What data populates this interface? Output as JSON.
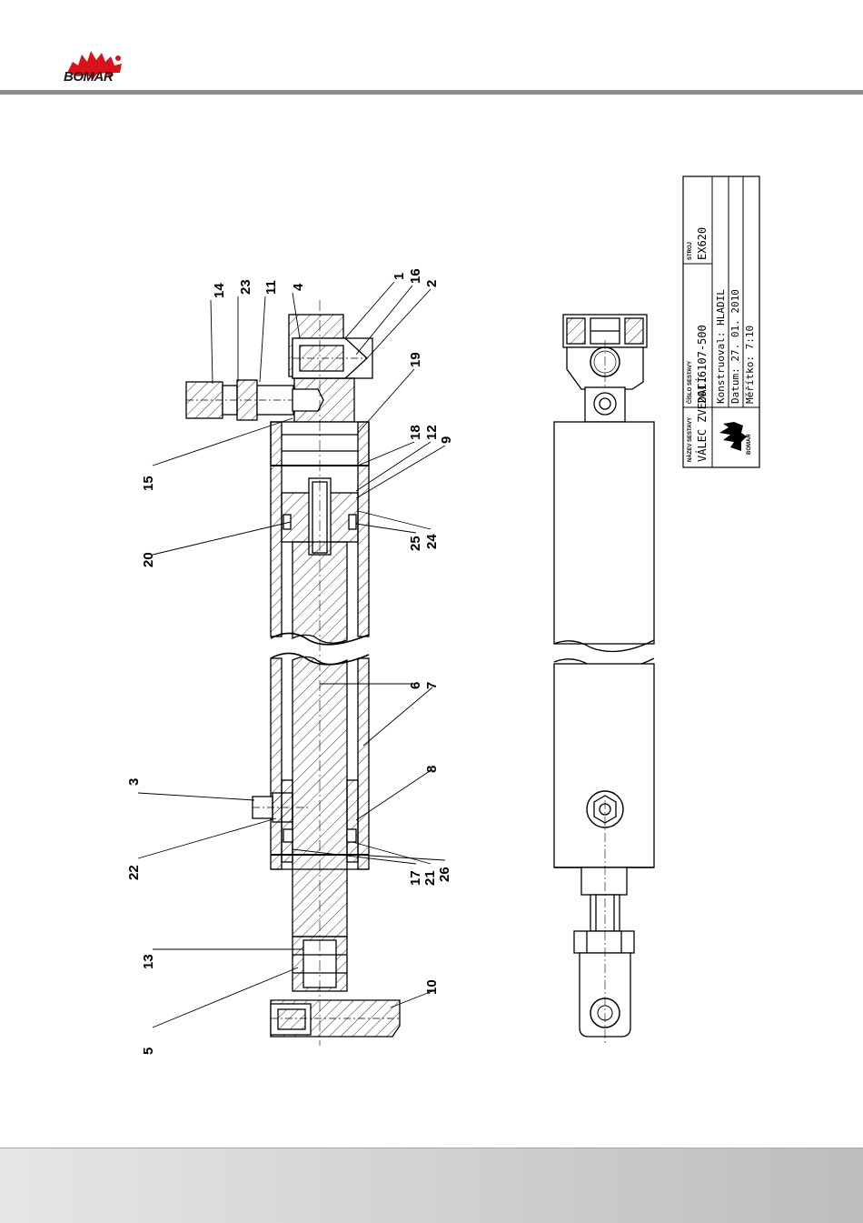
{
  "brand": {
    "name": "BOMAR"
  },
  "callouts": [
    "14",
    "23",
    "11",
    "4",
    "1",
    "16",
    "2",
    "19",
    "18",
    "12",
    "9",
    "15",
    "20",
    "25",
    "24",
    "6",
    "7",
    "3",
    "8",
    "22",
    "17",
    "21",
    "26",
    "13",
    "5",
    "10"
  ],
  "title_block": {
    "name_label": "NÁZEV SESTAVY",
    "name_value": "VÁLEC ZVEDACÍ",
    "number_label": "ČÍSLO SESTAVY",
    "number_value": "201.6107-500",
    "machine_label": "STROJ",
    "machine_value": "EX620",
    "designer": "Konstruoval: HLADIL",
    "date": "Datum:        27. 01. 2010",
    "scale": "Měřítko:       7:10",
    "logo_text": "BOMAR"
  },
  "colors": {
    "rule": "#8c8c8c",
    "brand_red": "#d8111b",
    "footer_from": "#e6e6e6",
    "footer_to": "#bdbdbd"
  }
}
